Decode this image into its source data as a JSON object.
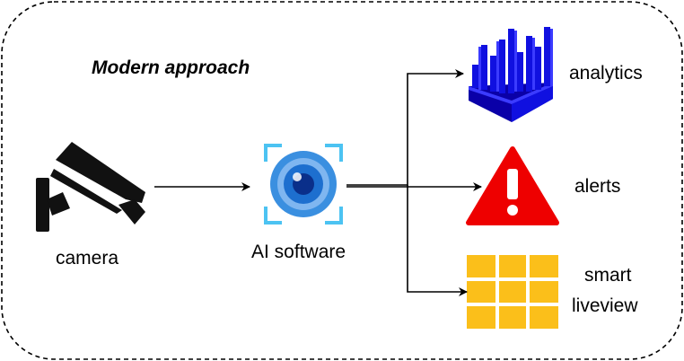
{
  "heading": "Modern approach",
  "nodes": {
    "camera": {
      "label": "camera",
      "icon": "cctv-camera-icon"
    },
    "ai": {
      "label": "AI software",
      "icon": "eye-scan-icon"
    },
    "analytics": {
      "label": "analytics",
      "icon": "3d-bar-chart-icon"
    },
    "alerts": {
      "label": "alerts",
      "icon": "warning-triangle-icon"
    },
    "liveview": {
      "label_line1": "smart",
      "label_line2": "liveview",
      "icon": "grid-icon"
    }
  },
  "colors": {
    "border": "#000000",
    "camera": "#111111",
    "scan_frame": "#4cc3f2",
    "lens_outer": "#3a8fe0",
    "lens_mid": "#7fb6f0",
    "lens_inner": "#1d6fcf",
    "lens_pupil": "#0a2f8a",
    "analytics_dark": "#0a00a8",
    "analytics_mid": "#1010e0",
    "analytics_light": "#3b3bff",
    "alert_red": "#ee0000",
    "grid_fill": "#fbbf1a",
    "grid_line": "#ffffff"
  }
}
